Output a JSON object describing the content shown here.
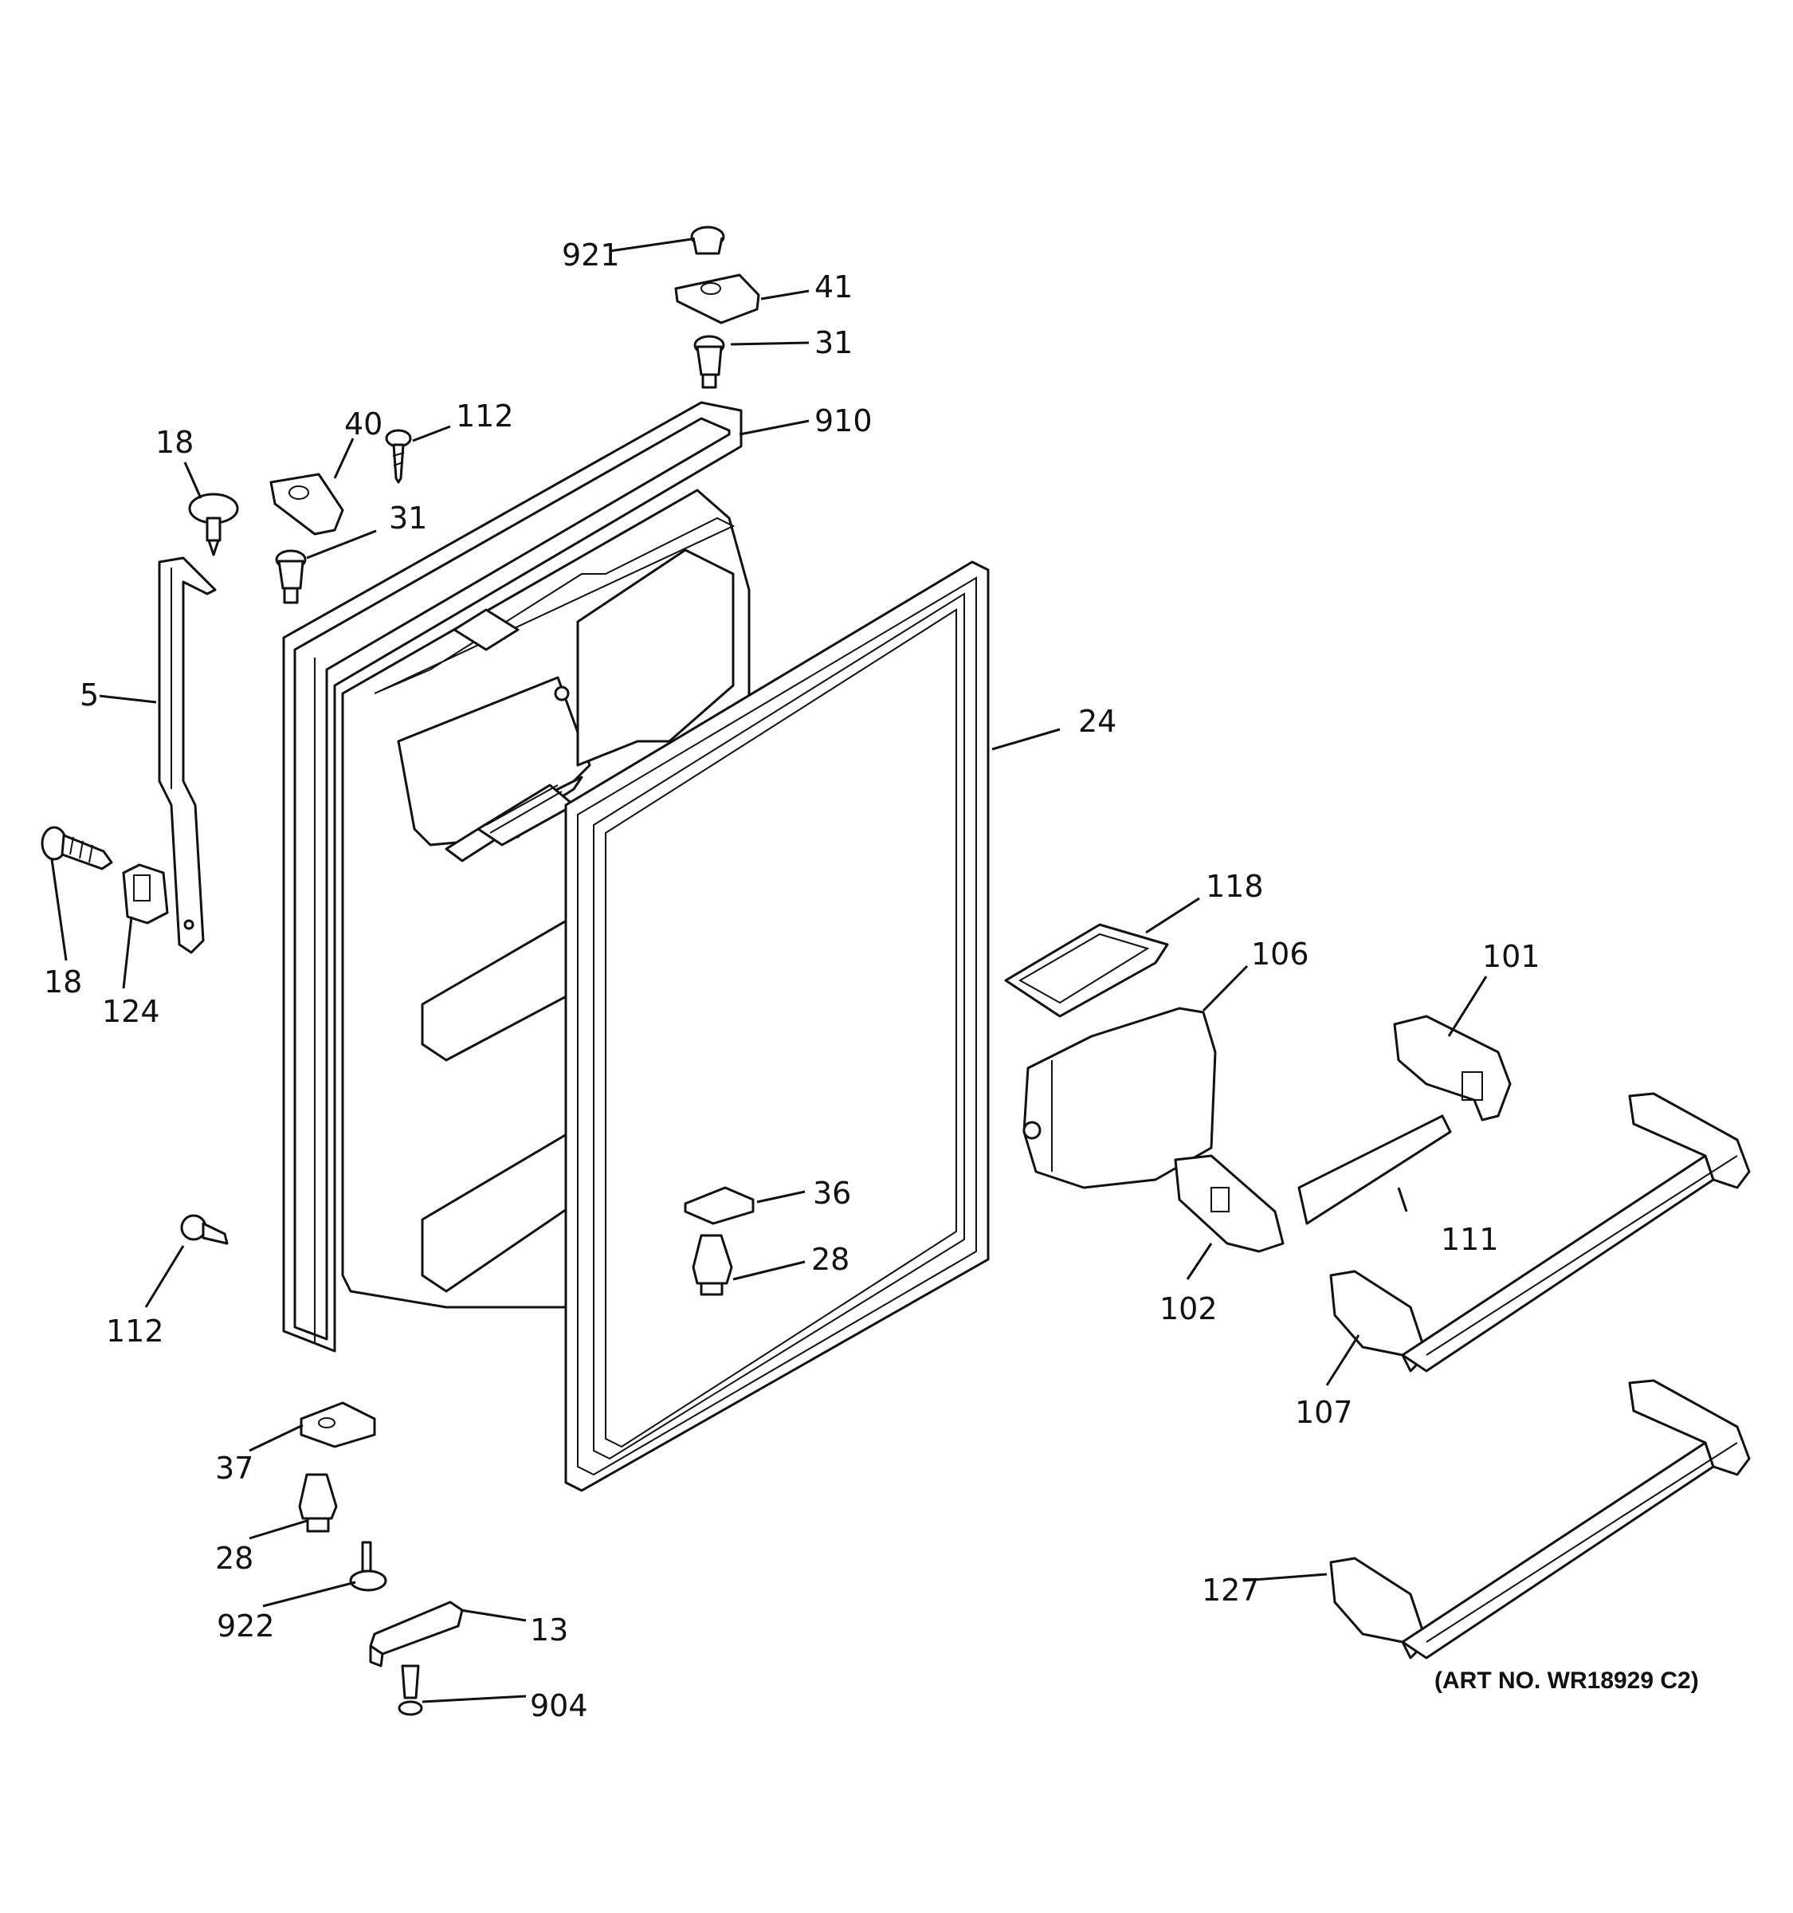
{
  "diagram": {
    "art_number": "(ART NO. WR18929 C2)",
    "callouts": {
      "c921": "921",
      "c41": "41",
      "c31_top": "31",
      "c910": "910",
      "c112_top": "112",
      "c40": "40",
      "c18_top": "18",
      "c31_left": "31",
      "c5": "5",
      "c24": "24",
      "c18_left": "18",
      "c124": "124",
      "c118": "118",
      "c106": "106",
      "c101": "101",
      "c111": "111",
      "c102": "102",
      "c36": "36",
      "c28_mid": "28",
      "c112_bottom": "112",
      "c107": "107",
      "c37": "37",
      "c28_bottom": "28",
      "c922": "922",
      "c13": "13",
      "c904": "904",
      "c127": "127"
    }
  }
}
